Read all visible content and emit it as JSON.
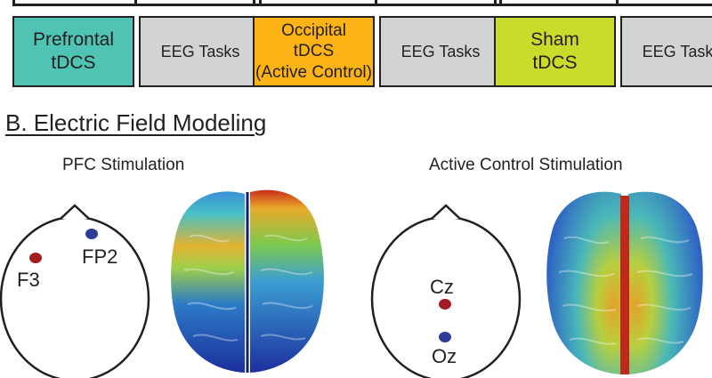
{
  "section_a": {
    "conditions": [
      {
        "label": "Prefrontal\ntDCS",
        "color": "#4fc3b4"
      },
      {
        "label": "Occipital\ntDCS\n(Active Control)",
        "color": "#fbb315"
      },
      {
        "label": "Sham\ntDCS",
        "color": "#c9db2b"
      }
    ],
    "eeg_label": "EEG Tasks",
    "eeg_color": "#d1d3d4"
  },
  "section_b": {
    "title": "B. Electric Field Modeling",
    "panels": [
      {
        "title": "PFC Stimulation",
        "electrodes": [
          {
            "label": "F3",
            "color": "#a11d21"
          },
          {
            "label": "FP2",
            "color": "#2e3d98"
          }
        ],
        "brain_icon": "brain-top-view-icon"
      },
      {
        "title": "Active Control Stimulation",
        "electrodes": [
          {
            "label": "Cz",
            "color": "#a11d21"
          },
          {
            "label": "Oz",
            "color": "#2e3d98"
          }
        ],
        "brain_icon": "brain-top-view-icon"
      }
    ]
  }
}
